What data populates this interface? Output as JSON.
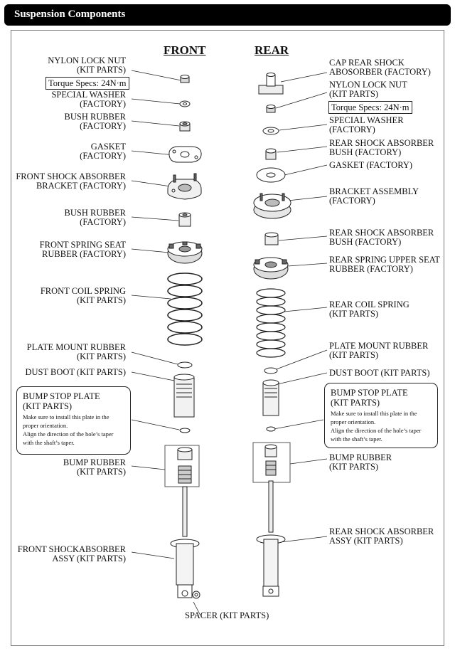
{
  "header": {
    "title": "Suspension Components"
  },
  "columns": {
    "front": "FRONT",
    "rear": "REAR"
  },
  "torque_spec": "Torque Specs: 24N·m",
  "front": {
    "nylon_lock_nut": [
      "NYLON LOCK NUT",
      "(KIT PARTS)"
    ],
    "special_washer": [
      "SPECIAL WASHER",
      "(FACTORY)"
    ],
    "bush_rubber_1": [
      "BUSH RUBBER",
      "(FACTORY)"
    ],
    "gasket": [
      "GASKET",
      "(FACTORY)"
    ],
    "bracket": [
      "FRONT SHOCK ABSORBER",
      "BRACKET (FACTORY)"
    ],
    "bush_rubber_2": [
      "BUSH RUBBER",
      "(FACTORY)"
    ],
    "spring_seat": [
      "FRONT SPRING SEAT",
      "RUBBER (FACTORY)"
    ],
    "coil_spring": [
      "FRONT COIL SPRING",
      "(KIT PARTS)"
    ],
    "plate_mount": [
      "PLATE MOUNT RUBBER",
      "(KIT PARTS)"
    ],
    "dust_boot": "DUST BOOT (KIT PARTS)",
    "bump_stop": {
      "title": [
        "BUMP STOP PLATE",
        "(KIT PARTS)"
      ],
      "note": [
        "Make sure to install this plate in the",
        "proper orientation.",
        "Align the direction of the hole’s taper",
        "with the shaft’s taper."
      ]
    },
    "bump_rubber": [
      "BUMP RUBBER",
      "(KIT PARTS)"
    ],
    "shock": [
      "FRONT SHOCKABSORBER",
      "ASSY (KIT PARTS)"
    ]
  },
  "rear": {
    "cap": [
      "CAP  REAR SHOCK",
      "ABOSORBER (FACTORY)"
    ],
    "nylon_lock_nut": [
      "NYLON LOCK NUT",
      "(KIT PARTS)"
    ],
    "special_washer": [
      "SPECIAL WASHER",
      "(FACTORY)"
    ],
    "bush": [
      "REAR SHOCK ABSORBER",
      "BUSH (FACTORY)"
    ],
    "gasket": "GASKET (FACTORY)",
    "bracket": [
      "BRACKET ASSEMBLY",
      "(FACTORY)"
    ],
    "bush_2": [
      "REAR SHOCK ABSORBER",
      "BUSH (FACTORY)"
    ],
    "spring_seat": [
      "REAR SPRING UPPER SEAT",
      "RUBBER (FACTORY)"
    ],
    "coil_spring": [
      "REAR COIL SPRING",
      "(KIT PARTS)"
    ],
    "plate_mount": [
      "PLATE MOUNT RUBBER",
      "(KIT PARTS)"
    ],
    "dust_boot": "DUST BOOT (KIT PARTS)",
    "bump_stop": {
      "title": [
        "BUMP STOP PLATE",
        "(KIT PARTS)"
      ],
      "note": [
        "Make sure to install this plate in the",
        "proper orientation.",
        "Align the direction of the hole’s taper",
        "with the shaft’s taper."
      ]
    },
    "bump_rubber": [
      "BUMP RUBBER",
      "(KIT PARTS)"
    ],
    "shock": [
      "REAR SHOCK ABSORBER",
      "ASSY (KIT PARTS)"
    ]
  },
  "spacer": "SPACER (KIT PARTS)"
}
